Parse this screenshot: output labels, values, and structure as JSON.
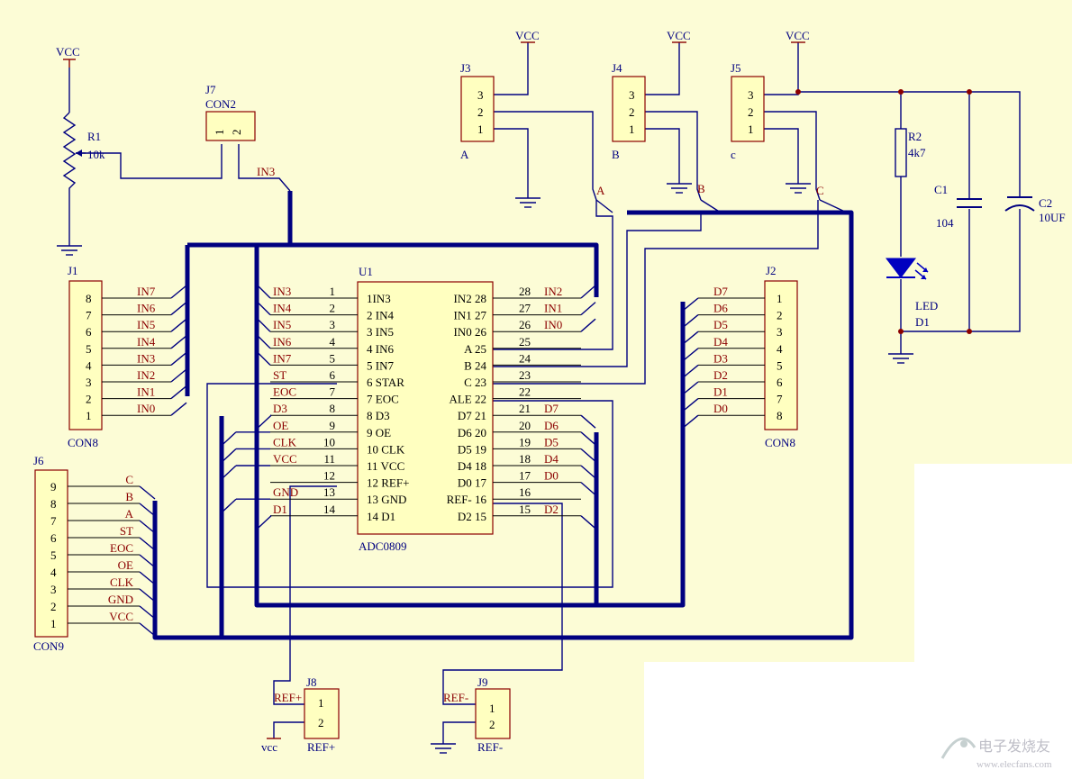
{
  "colors": {
    "background": "#fcfcd6",
    "wire": "#000080",
    "pin": "#000000",
    "body": "#ffffc0",
    "net_label": "#8b0000"
  },
  "power": {
    "vcc": "VCC",
    "vcc_small": "vcc"
  },
  "r1": {
    "ref": "R1",
    "value": "10k"
  },
  "r2": {
    "ref": "R2",
    "value": "4k7"
  },
  "c1": {
    "ref": "C1",
    "value": "104"
  },
  "c2": {
    "ref": "C2",
    "value": "10UF"
  },
  "d1": {
    "ref": "D1",
    "value": "LED"
  },
  "j7": {
    "ref": "J7",
    "type": "CON2",
    "pins": [
      "1",
      "2"
    ],
    "net": "IN3"
  },
  "j3": {
    "ref": "J3",
    "name": "A",
    "pins": [
      "3",
      "2",
      "1"
    ],
    "net": "A"
  },
  "j4": {
    "ref": "J4",
    "name": "B",
    "pins": [
      "3",
      "2",
      "1"
    ],
    "net": "B"
  },
  "j5": {
    "ref": "J5",
    "name": "c",
    "pins": [
      "3",
      "2",
      "1"
    ],
    "net": "C"
  },
  "j1": {
    "ref": "J1",
    "type": "CON8",
    "pins": [
      "8",
      "7",
      "6",
      "5",
      "4",
      "3",
      "2",
      "1"
    ],
    "nets": [
      "IN7",
      "IN6",
      "IN5",
      "IN4",
      "IN3",
      "IN2",
      "IN1",
      "IN0"
    ]
  },
  "j2": {
    "ref": "J2",
    "type": "CON8",
    "pins": [
      "1",
      "2",
      "3",
      "4",
      "5",
      "6",
      "7",
      "8"
    ],
    "nets": [
      "D7",
      "D6",
      "D5",
      "D4",
      "D3",
      "D2",
      "D1",
      "D0"
    ]
  },
  "j6": {
    "ref": "J6",
    "type": "CON9",
    "pins": [
      "9",
      "8",
      "7",
      "6",
      "5",
      "4",
      "3",
      "2",
      "1"
    ],
    "nets": [
      "C",
      "B",
      "A",
      "ST",
      "EOC",
      "OE",
      "CLK",
      "GND",
      "VCC"
    ]
  },
  "u1": {
    "ref": "U1",
    "part": "ADC0809",
    "left_nets": [
      "IN3",
      "IN4",
      "IN5",
      "IN6",
      "IN7",
      "ST",
      "EOC",
      "D3",
      "OE",
      "CLK",
      "VCC",
      "",
      "GND",
      "D1"
    ],
    "left_nums": [
      "1",
      "2",
      "3",
      "4",
      "5",
      "6",
      "7",
      "8",
      "9",
      "10",
      "11",
      "12",
      "13",
      "14"
    ],
    "left_inner": [
      "1IN3",
      "2 IN4",
      "3 IN5",
      "4 IN6",
      "5 IN7",
      "6 STAR",
      "7 EOC",
      "8 D3",
      "9 OE",
      "10 CLK",
      "11 VCC",
      "12 REF+",
      "13 GND",
      "14 D1"
    ],
    "right_inner": [
      "IN2 28",
      "IN1 27",
      "IN0 26",
      "A 25",
      "B 24",
      "C 23",
      "ALE 22",
      "D7 21",
      "D6 20",
      "D5 19",
      "D4 18",
      "D0 17",
      "REF- 16",
      "D2 15"
    ],
    "right_nums": [
      "28",
      "27",
      "26",
      "25",
      "24",
      "23",
      "22",
      "21",
      "20",
      "19",
      "18",
      "17",
      "16",
      "15"
    ],
    "right_nets": [
      "IN2",
      "IN1",
      "IN0",
      "",
      "",
      "",
      "",
      "D7",
      "D6",
      "D5",
      "D4",
      "D0",
      "",
      "D2"
    ]
  },
  "j8": {
    "ref": "J8",
    "name": "REF+",
    "pins": [
      "1",
      "2"
    ],
    "net": "REF+"
  },
  "j9": {
    "ref": "J9",
    "name": "REF-",
    "pins": [
      "1",
      "2"
    ],
    "net": "REF-"
  },
  "watermark": {
    "text": "电子发烧友",
    "url": "www.elecfans.com"
  }
}
